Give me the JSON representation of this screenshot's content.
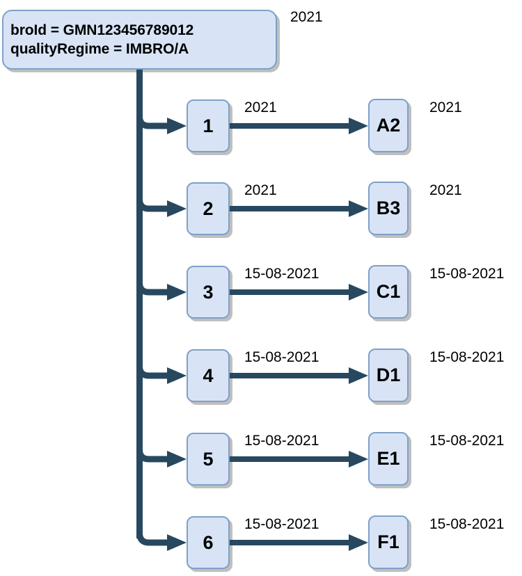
{
  "diagram": {
    "title_box": {
      "line1": "broId = GMN123456789012",
      "line2": "qualityRegime = IMBRO/A",
      "side_label": "2021"
    },
    "colors": {
      "box_fill": "#d8e4f6",
      "box_border": "#7ea0c8",
      "connector": "#27485f",
      "shadow": "#bfbfbf",
      "text": "#000000",
      "background": "#ffffff"
    },
    "rows": [
      {
        "number_label": "1",
        "letter_label": "A2",
        "arrow_label": "2021",
        "right_label": "2021"
      },
      {
        "number_label": "2",
        "letter_label": "B3",
        "arrow_label": "2021",
        "right_label": "2021"
      },
      {
        "number_label": "3",
        "letter_label": "C1",
        "arrow_label": "15-08-2021",
        "right_label": "15-08-2021"
      },
      {
        "number_label": "4",
        "letter_label": "D1",
        "arrow_label": "15-08-2021",
        "right_label": "15-08-2021"
      },
      {
        "number_label": "5",
        "letter_label": "E1",
        "arrow_label": "15-08-2021",
        "right_label": "15-08-2021"
      },
      {
        "number_label": "6",
        "letter_label": "F1",
        "arrow_label": "15-08-2021",
        "right_label": "15-08-2021"
      }
    ]
  }
}
